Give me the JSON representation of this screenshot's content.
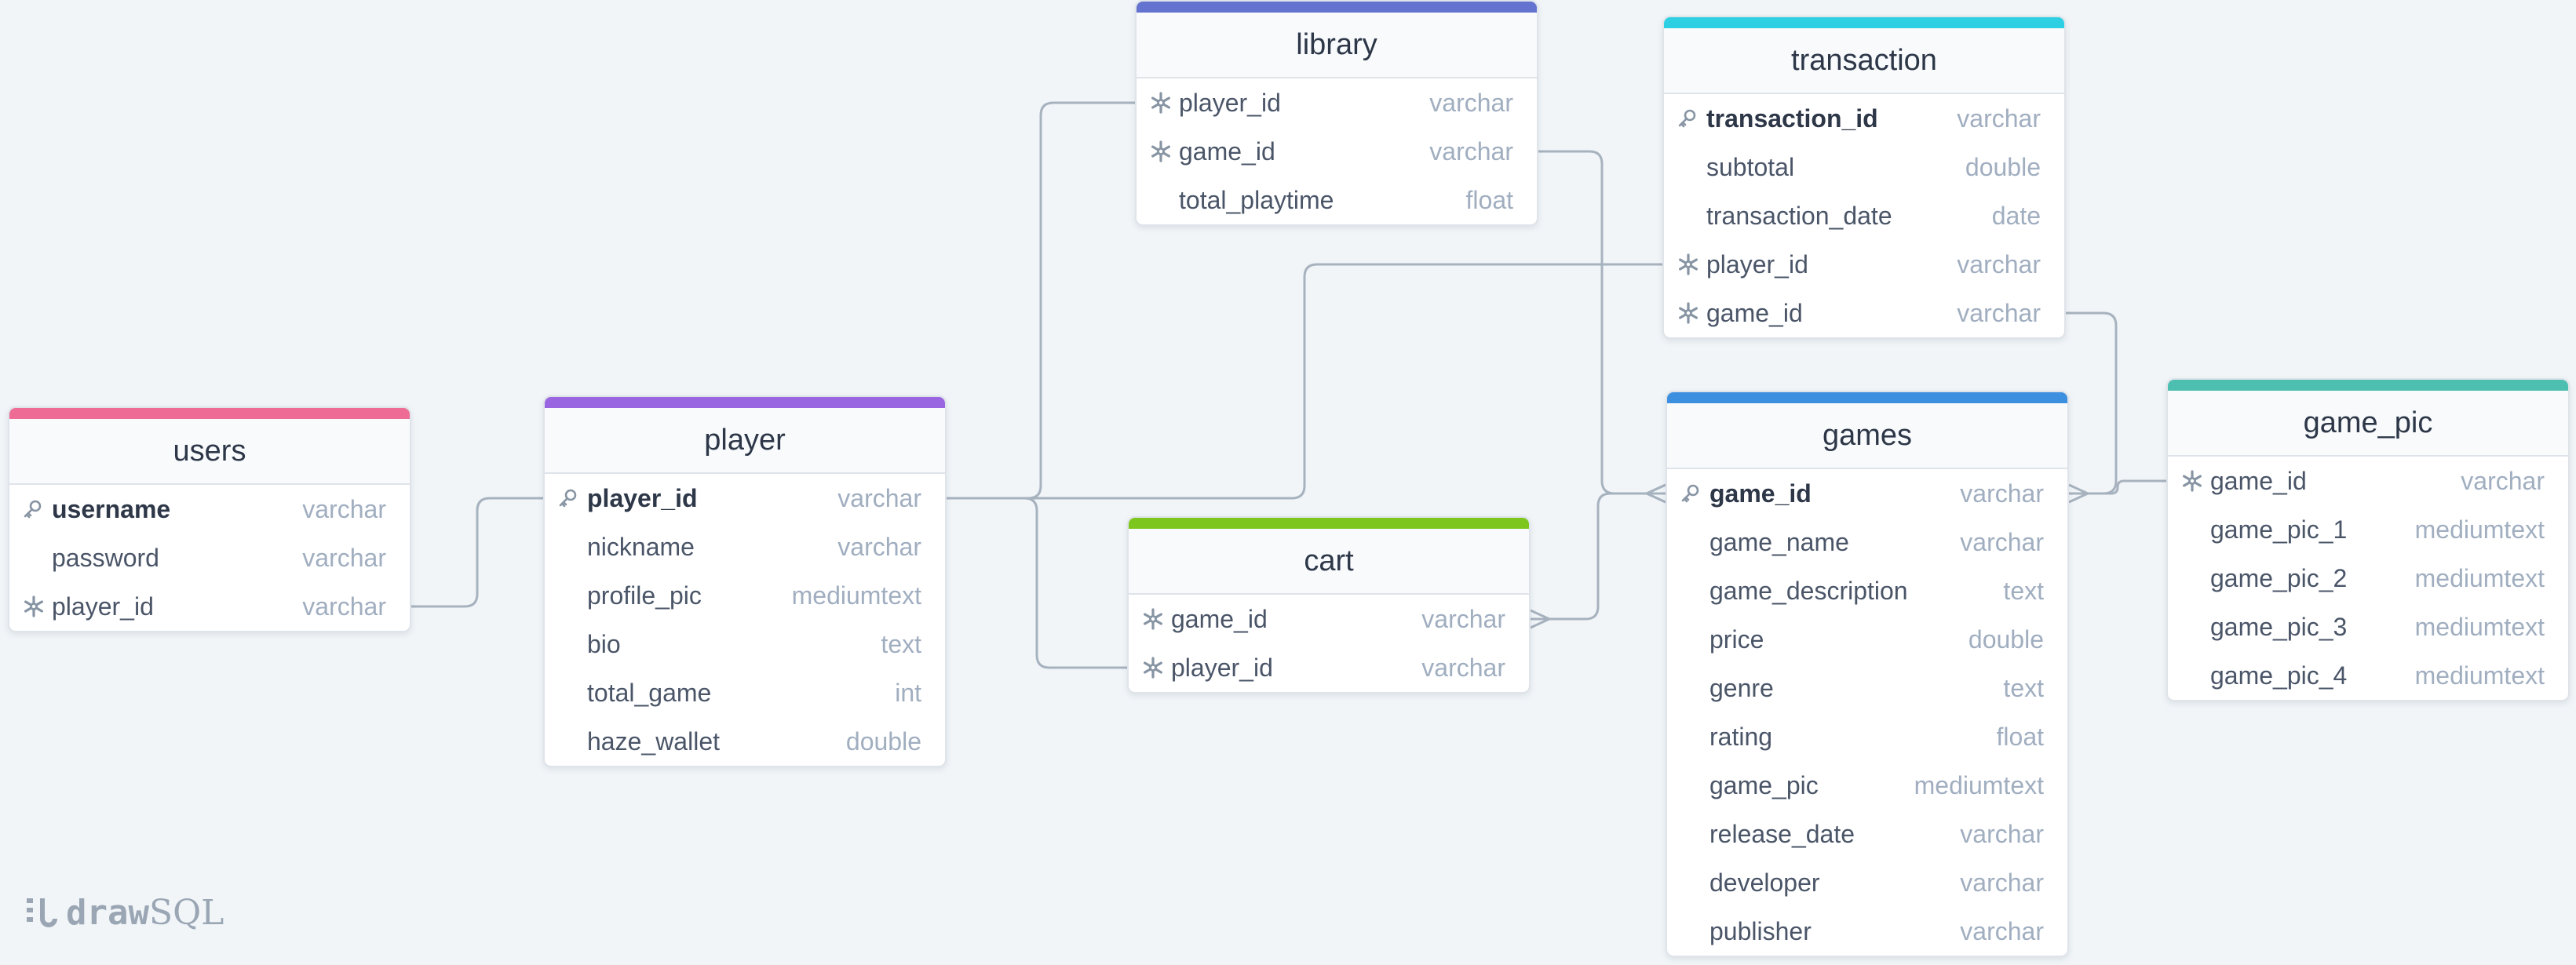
{
  "colors": {
    "users": "#ed6b94",
    "player": "#9a65e0",
    "library": "#6373cf",
    "transaction": "#2dcfe3",
    "cart": "#7dc61e",
    "games": "#3d8fdf",
    "game_pic": "#4dbfb0",
    "connector": "#a7b2bf",
    "icon": "#8794a3"
  },
  "logo": {
    "bold": "draw",
    "light": "SQL",
    "icon": "drawsql-logo-icon"
  },
  "tables": {
    "users": {
      "name": "users",
      "fields": [
        {
          "name": "username",
          "type": "varchar",
          "key": "pk"
        },
        {
          "name": "password",
          "type": "varchar",
          "key": ""
        },
        {
          "name": "player_id",
          "type": "varchar",
          "key": "fk"
        }
      ]
    },
    "player": {
      "name": "player",
      "fields": [
        {
          "name": "player_id",
          "type": "varchar",
          "key": "pk"
        },
        {
          "name": "nickname",
          "type": "varchar",
          "key": ""
        },
        {
          "name": "profile_pic",
          "type": "mediumtext",
          "key": ""
        },
        {
          "name": "bio",
          "type": "text",
          "key": ""
        },
        {
          "name": "total_game",
          "type": "int",
          "key": ""
        },
        {
          "name": "haze_wallet",
          "type": "double",
          "key": ""
        }
      ]
    },
    "library": {
      "name": "library",
      "fields": [
        {
          "name": "player_id",
          "type": "varchar",
          "key": "fk"
        },
        {
          "name": "game_id",
          "type": "varchar",
          "key": "fk"
        },
        {
          "name": "total_playtime",
          "type": "float",
          "key": ""
        }
      ]
    },
    "transaction": {
      "name": "transaction",
      "fields": [
        {
          "name": "transaction_id",
          "type": "varchar",
          "key": "pk"
        },
        {
          "name": "subtotal",
          "type": "double",
          "key": ""
        },
        {
          "name": "transaction_date",
          "type": "date",
          "key": ""
        },
        {
          "name": "player_id",
          "type": "varchar",
          "key": "fk"
        },
        {
          "name": "game_id",
          "type": "varchar",
          "key": "fk"
        }
      ]
    },
    "cart": {
      "name": "cart",
      "fields": [
        {
          "name": "game_id",
          "type": "varchar",
          "key": "fk"
        },
        {
          "name": "player_id",
          "type": "varchar",
          "key": "fk"
        }
      ]
    },
    "games": {
      "name": "games",
      "fields": [
        {
          "name": "game_id",
          "type": "varchar",
          "key": "pk"
        },
        {
          "name": "game_name",
          "type": "varchar",
          "key": ""
        },
        {
          "name": "game_description",
          "type": "text",
          "key": ""
        },
        {
          "name": "price",
          "type": "double",
          "key": ""
        },
        {
          "name": "genre",
          "type": "text",
          "key": ""
        },
        {
          "name": "rating",
          "type": "float",
          "key": ""
        },
        {
          "name": "game_pic",
          "type": "mediumtext",
          "key": ""
        },
        {
          "name": "release_date",
          "type": "varchar",
          "key": ""
        },
        {
          "name": "developer",
          "type": "varchar",
          "key": ""
        },
        {
          "name": "publisher",
          "type": "varchar",
          "key": ""
        }
      ]
    },
    "game_pic": {
      "name": "game_pic",
      "fields": [
        {
          "name": "game_id",
          "type": "varchar",
          "key": "fk"
        },
        {
          "name": "game_pic_1",
          "type": "mediumtext",
          "key": ""
        },
        {
          "name": "game_pic_2",
          "type": "mediumtext",
          "key": ""
        },
        {
          "name": "game_pic_3",
          "type": "mediumtext",
          "key": ""
        },
        {
          "name": "game_pic_4",
          "type": "mediumtext",
          "key": ""
        }
      ]
    }
  },
  "relations": [
    {
      "from": "users.player_id",
      "to": "player.player_id",
      "many_end": ""
    },
    {
      "from": "player.player_id",
      "to": "library.player_id",
      "many_end": ""
    },
    {
      "from": "player.player_id",
      "to": "transaction.player_id",
      "many_end": ""
    },
    {
      "from": "player.player_id",
      "to": "cart.player_id",
      "many_end": ""
    },
    {
      "from": "library.game_id",
      "to": "games.game_id",
      "many_end": "games"
    },
    {
      "from": "transaction.game_id",
      "to": "games.game_id",
      "many_end": "games"
    },
    {
      "from": "cart.game_id",
      "to": "games.game_id",
      "many_end": "both"
    },
    {
      "from": "games.game_id",
      "to": "game_pic.game_id",
      "many_end": ""
    }
  ]
}
